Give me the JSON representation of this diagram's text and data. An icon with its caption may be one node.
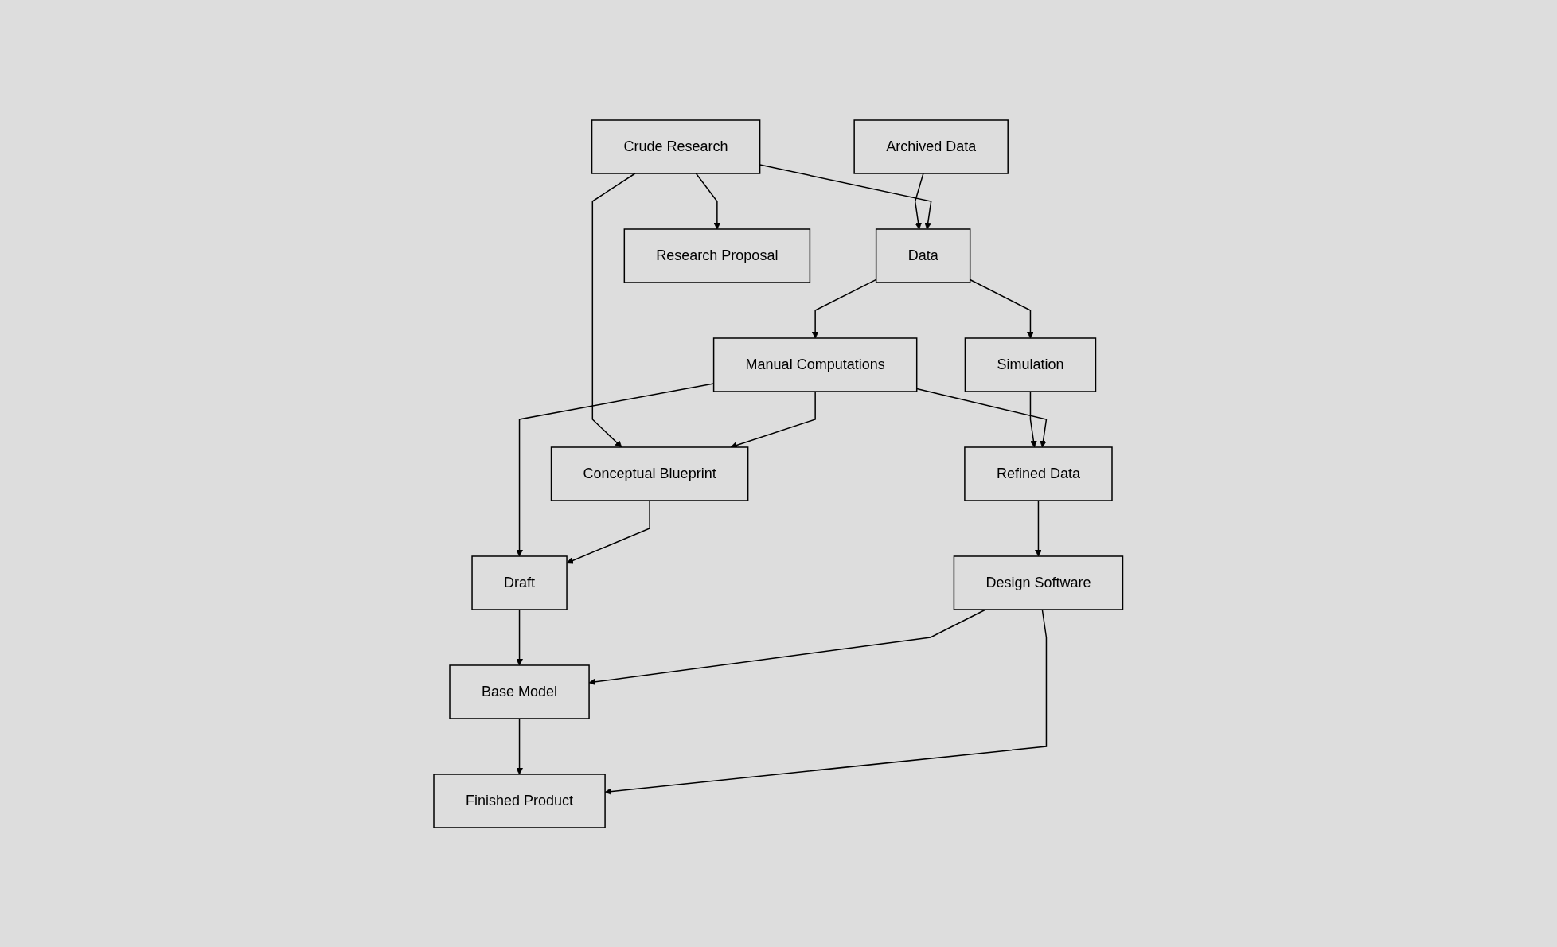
{
  "diagram": {
    "nodes": [
      {
        "text": [
          "Archived Data"
        ]
      },
      {
        "text": [
          "Crude Research"
        ]
      },
      {
        "text": [
          "Data"
        ]
      },
      {
        "text": [
          "Research Proposal"
        ]
      },
      {
        "text": [
          "Simulation"
        ]
      },
      {
        "text": [
          "Manual Computations"
        ]
      },
      {
        "text": [
          "Conceptual Blueprint"
        ]
      },
      {
        "text": [
          "Draft"
        ]
      },
      {
        "text": [
          "Refined Data"
        ]
      },
      {
        "text": [
          "Base Model"
        ]
      },
      {
        "text": [
          "Design Software"
        ]
      },
      {
        "text": [
          "Finished Product"
        ]
      }
    ],
    "edges": [
      {
        "from": 0,
        "to": 2,
        "arrow": "to"
      },
      {
        "from": 1,
        "to": 2,
        "arrow": "to"
      },
      {
        "from": 1,
        "to": 3,
        "arrow": "to"
      },
      {
        "from": 1,
        "to": 6,
        "arrow": "to"
      },
      {
        "from": 2,
        "to": 4,
        "arrow": "to"
      },
      {
        "from": 2,
        "to": 5,
        "arrow": "to"
      },
      {
        "from": 5,
        "to": 6,
        "arrow": "to"
      },
      {
        "from": 5,
        "to": 7,
        "arrow": "to"
      },
      {
        "from": 6,
        "to": 7,
        "arrow": "to"
      },
      {
        "from": 4,
        "to": 8,
        "arrow": "to"
      },
      {
        "from": 5,
        "to": 8,
        "arrow": "to"
      },
      {
        "from": 7,
        "to": 9,
        "arrow": "to"
      },
      {
        "from": 8,
        "to": 10,
        "arrow": "to"
      },
      {
        "from": 10,
        "to": 9,
        "arrow": "to"
      },
      {
        "from": 9,
        "to": 11,
        "arrow": "to"
      },
      {
        "from": 10,
        "to": 11,
        "arrow": "to"
      }
    ]
  }
}
